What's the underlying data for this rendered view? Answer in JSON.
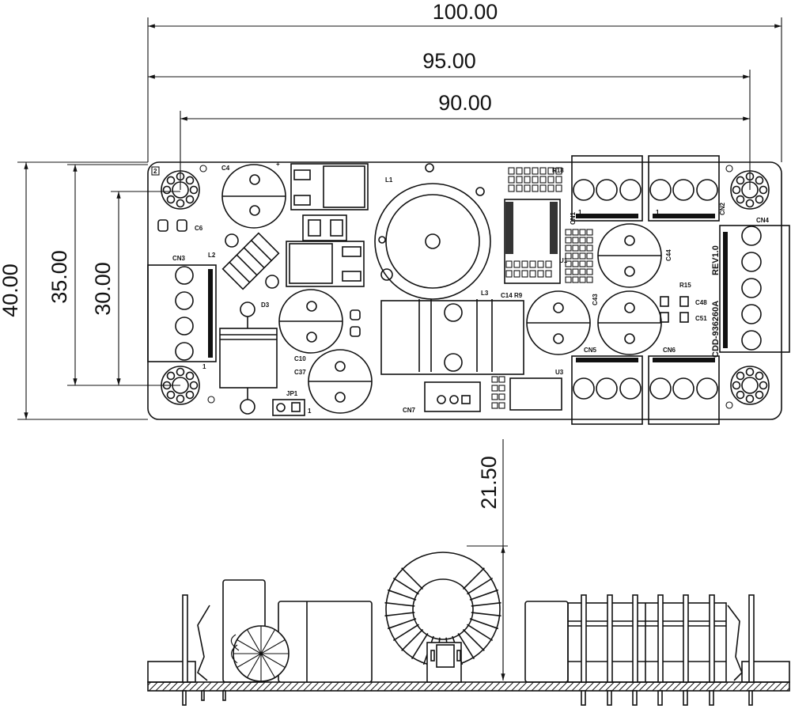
{
  "dimensions": {
    "width_overall": "100.00",
    "hole_span_outer": "95.00",
    "hole_span_inner": "90.00",
    "height_overall": "40.00",
    "height_35": "35.00",
    "height_30": "30.00",
    "component_height": "21.50"
  },
  "silkscreen": {
    "board_rev": "REV1.0",
    "board_id": "CDD-936260A",
    "labels": {
      "c4": "C4",
      "c6": "C6",
      "l2": "L2",
      "cn3": "CN3",
      "d3": "D3",
      "c10": "C10",
      "c37": "C37",
      "jp1": "JP1",
      "cn7": "CN7",
      "l1": "L1",
      "l3": "L3",
      "c14": "C14",
      "r9": "R9",
      "r18": "R18",
      "cn1": "CN1",
      "c44": "C44",
      "c43": "C43",
      "r15": "R15",
      "c48": "C48",
      "c51": "C51",
      "cn5": "CN5",
      "cn6": "CN6",
      "cn2": "CN2",
      "cn4": "CN4",
      "u3": "U3",
      "u1": "U1",
      "pin1": "1",
      "pin2": "2",
      "plus": "+"
    }
  }
}
